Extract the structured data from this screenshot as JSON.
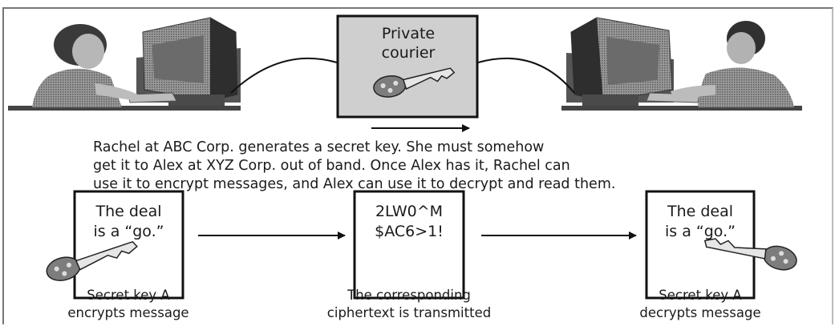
{
  "courier": {
    "line1": "Private",
    "line2": "courier"
  },
  "description": {
    "line1": "Rachel at ABC Corp. generates a secret key. She must somehow",
    "line2": "get it to Alex at XYZ Corp. out of band. Once Alex has it, Rachel can",
    "line3": "use it to encrypt messages, and Alex can use it to decrypt and read them."
  },
  "left_box": {
    "line1": "The deal",
    "line2": "is a “go.”"
  },
  "middle_box": {
    "line1": "2LW0^M",
    "line2": "$AC6>1!"
  },
  "right_box": {
    "line1": "The deal",
    "line2": "is a “go.”"
  },
  "captions": {
    "left_line1": "Secret key A",
    "left_line2": "encrypts message",
    "middle_line1": "The corresponding",
    "middle_line2": "ciphertext is transmitted",
    "right_line1": "Secret key A",
    "right_line2": "decrypts message"
  },
  "colors": {
    "stroke": "#111111",
    "courier_fill": "#cfcfcf",
    "figure_dark": "#3c3c3c",
    "figure_mid": "#8a8a8a",
    "figure_light": "#c4c4c4"
  }
}
